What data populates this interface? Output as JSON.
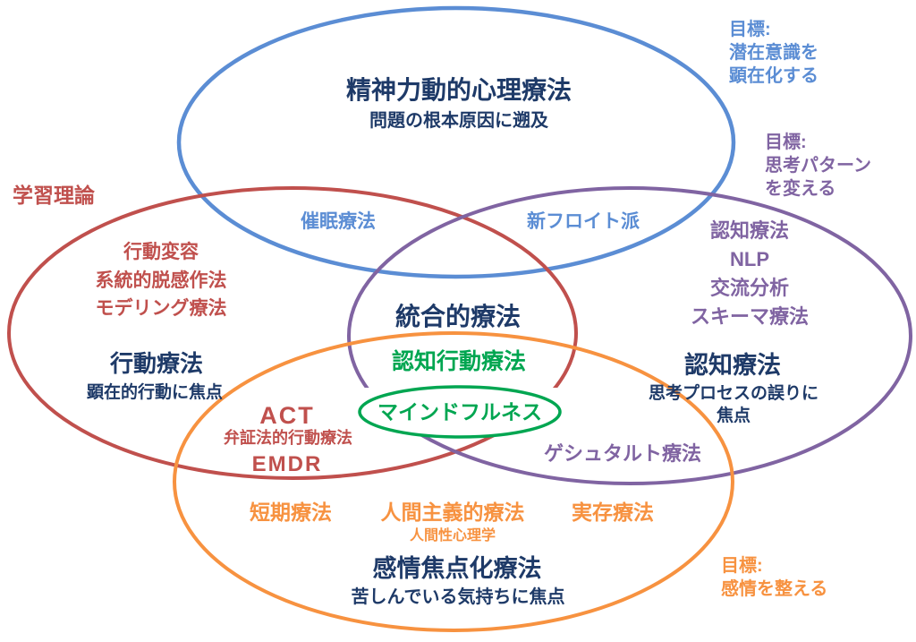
{
  "palette": {
    "navy": "#1e3a68",
    "blue": "#5b8dd4",
    "red": "#c0504d",
    "purple": "#8064a2",
    "orange": "#f79240",
    "green": "#00a651",
    "white": "#ffffff"
  },
  "diagram": {
    "psychodynamic": {
      "title": "精神力動的心理療法",
      "subtitle": "問題の根本原因に遡及",
      "goal": "目標:\n潜在意識を\n顕在化する",
      "overlap_left": "催眠療法",
      "overlap_right": "新フロイト派"
    },
    "behavioral": {
      "theory_tag": "学習理論",
      "items": "行動変容\n系統的脱感作法\nモデリング療法",
      "title": "行動療法",
      "subtitle": "顕在的行動に焦点",
      "overlap_act": "ACT",
      "overlap_dbt": "弁証法的行動療法",
      "overlap_emdr": "EMDR"
    },
    "cognitive": {
      "goal": "目標:\n思考パターン\nを変える",
      "items": "認知療法\nNLP\n交流分析\nスキーマ療法",
      "title": "認知療法",
      "subtitle": "思考プロセスの誤りに焦点",
      "overlap_gestalt": "ゲシュタルト療法"
    },
    "center": {
      "integrative": "統合的療法",
      "cbt": "認知行動療法",
      "mindfulness": "マインドフルネス"
    },
    "emotion_focused": {
      "brief": "短期療法",
      "humanistic": "人間主義的療法",
      "existential": "実存療法",
      "humanistic_psychology": "人間性心理学",
      "title": "感情焦点化療法",
      "subtitle": "苦しんでいる気持ちに焦点",
      "goal": "目標:\n感情を整える"
    }
  }
}
